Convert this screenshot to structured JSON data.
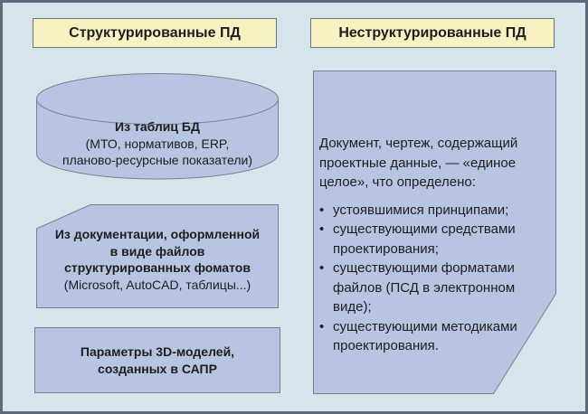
{
  "colors": {
    "background": "#d6e4eb",
    "outer_border": "#5b6b79",
    "header_fill": "#f8f2c3",
    "header_border": "#6a737d",
    "shape_fill": "#b7c5e2",
    "shape_border": "#75808f",
    "text": "#1d1d1d"
  },
  "left_column": {
    "header": "Структурированные ПД",
    "cylinder": {
      "title": "Из таблиц БД",
      "detail_line1": "(МТО, нормативов, ERP,",
      "detail_line2": "планово-ресурсные показатели)"
    },
    "pentagon": {
      "bold_line1": "Из документации, оформленной",
      "bold_line2": "в виде файлов",
      "bold_line3": "структурированных фоматов",
      "detail_line": "(Microsoft, AutoCAD, таблицы...)"
    },
    "rect": {
      "line1": "Параметры 3D-моделей,",
      "line2": "созданных в САПР"
    }
  },
  "right_column": {
    "header": "Неструктурированные ПД",
    "document": {
      "intro": "Документ, чертеж, содержащий проектные данные, — «единое целое», что определено:",
      "bullets": [
        "устоявшимися принципами;",
        "существующими средствами проектирования;",
        "существующими форматами файлов (ПСД в электронном виде);",
        "существующими методиками проектирования."
      ]
    }
  }
}
